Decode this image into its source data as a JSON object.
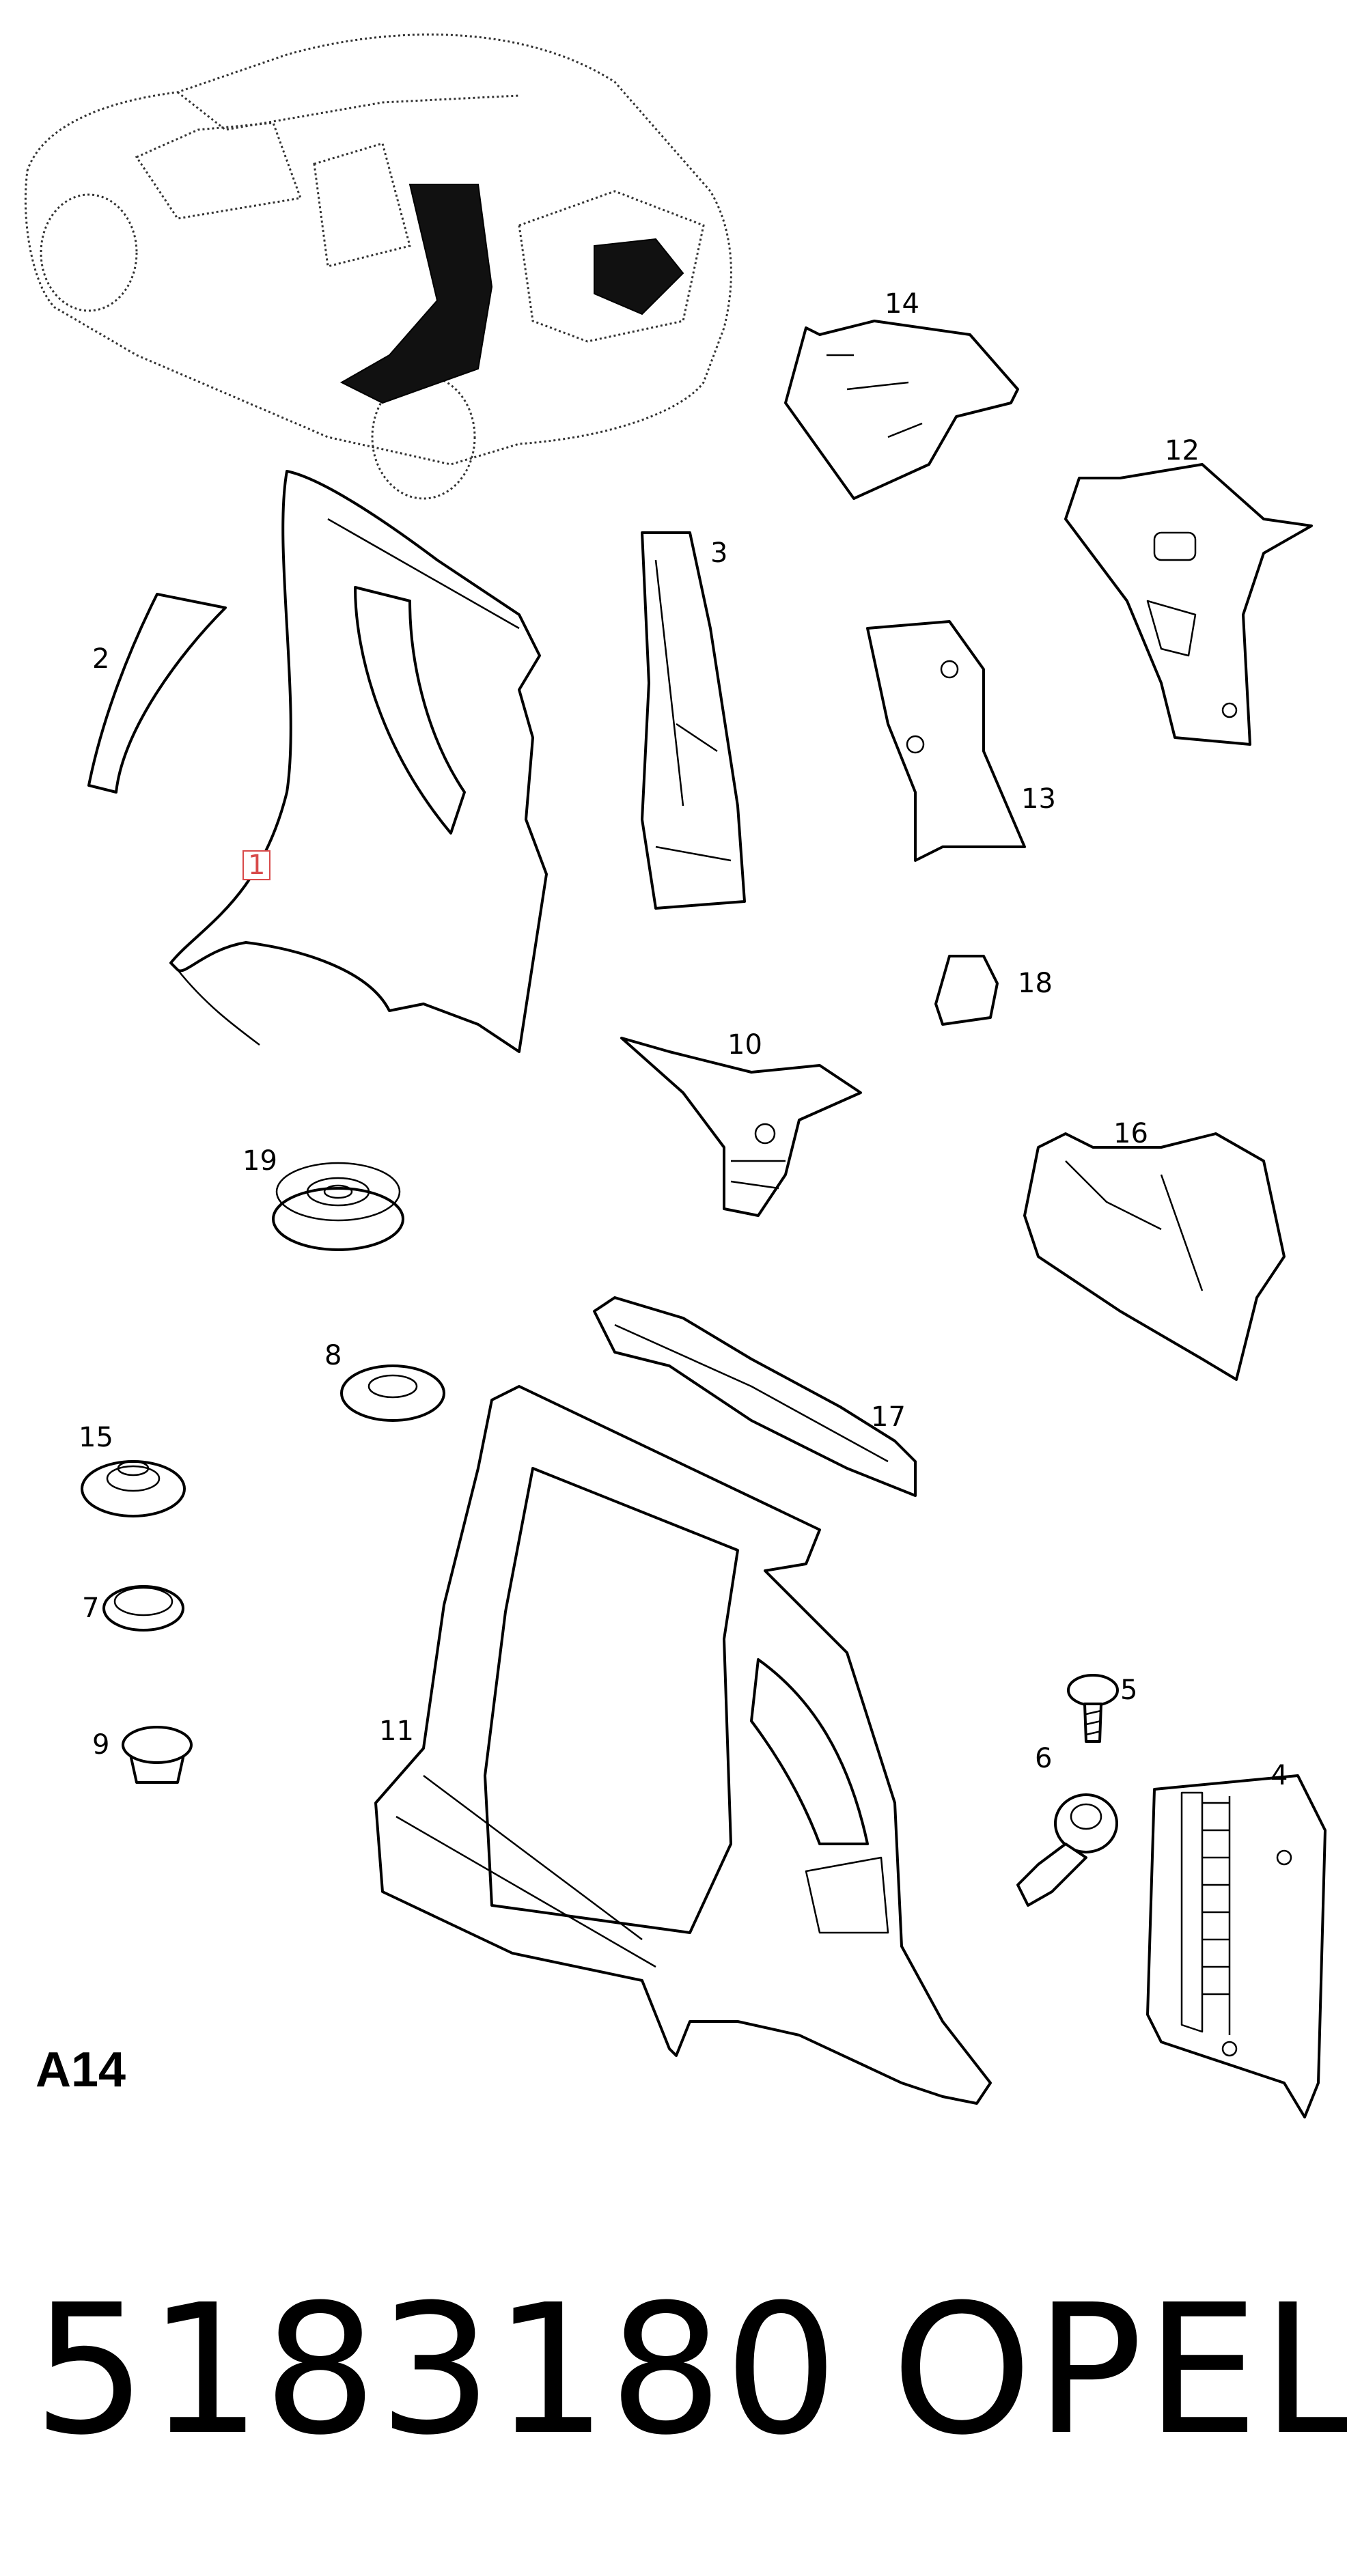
{
  "diagram": {
    "group_code": "A14",
    "callouts": [
      {
        "id": "1",
        "label": "1",
        "highlighted": true
      },
      {
        "id": "2",
        "label": "2"
      },
      {
        "id": "3",
        "label": "3"
      },
      {
        "id": "4",
        "label": "4"
      },
      {
        "id": "5",
        "label": "5"
      },
      {
        "id": "6",
        "label": "6"
      },
      {
        "id": "7",
        "label": "7"
      },
      {
        "id": "8",
        "label": "8"
      },
      {
        "id": "9",
        "label": "9"
      },
      {
        "id": "10",
        "label": "10"
      },
      {
        "id": "11",
        "label": "11"
      },
      {
        "id": "12",
        "label": "12"
      },
      {
        "id": "13",
        "label": "13"
      },
      {
        "id": "14",
        "label": "14"
      },
      {
        "id": "15",
        "label": "15"
      },
      {
        "id": "16",
        "label": "16"
      },
      {
        "id": "17",
        "label": "17"
      },
      {
        "id": "18",
        "label": "18"
      },
      {
        "id": "19",
        "label": "19"
      }
    ],
    "highlight_color": "#d84a4a"
  },
  "footer": {
    "part_number": "5183180",
    "brand": "OPEL"
  }
}
